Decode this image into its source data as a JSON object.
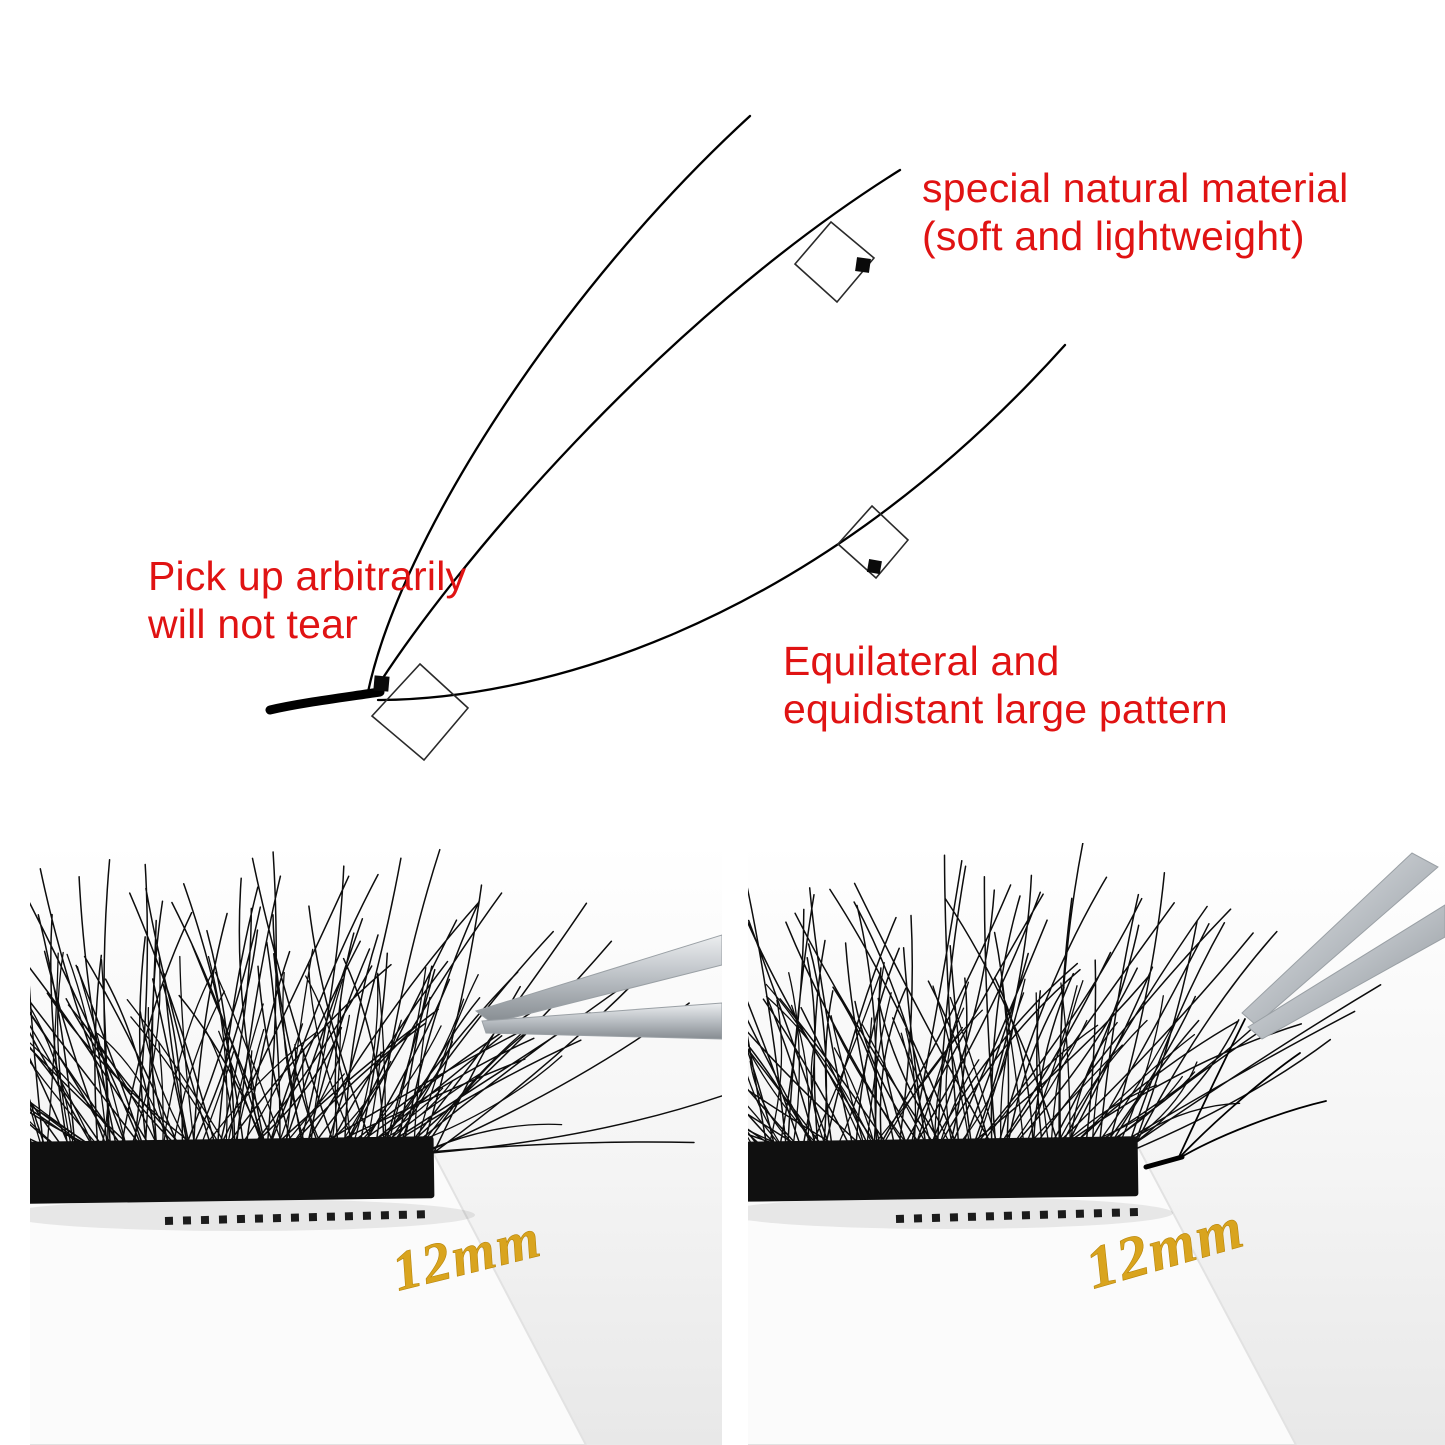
{
  "colors": {
    "annotation_red": "#e01313",
    "length_label_gold": "#d9a41e",
    "lash_black": "#0d0d0d",
    "background": "#ffffff"
  },
  "diagram": {
    "annotations": {
      "material": {
        "line1": "special natural material",
        "line2": "(soft and lightweight)"
      },
      "pickup": {
        "line1": "Pick up arbitrarily",
        "line2": "will not tear"
      },
      "pattern": {
        "line1": "Equilateral and",
        "line2": "equidistant large pattern"
      }
    }
  },
  "photos": {
    "left": {
      "length_label": "12mm"
    },
    "right": {
      "length_label": "12mm"
    }
  }
}
